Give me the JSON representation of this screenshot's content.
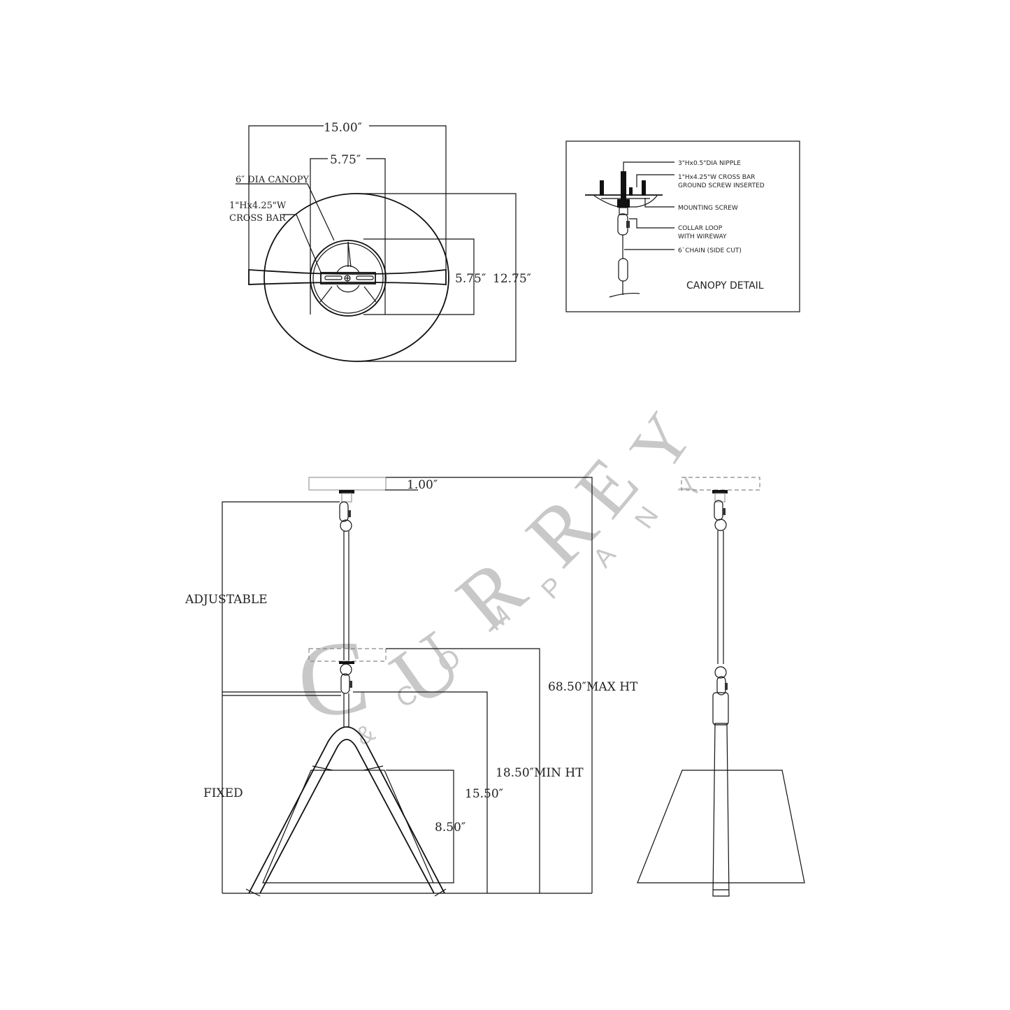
{
  "top_view": {
    "width_overall": "15.00″",
    "canopy_width": "5.75″",
    "canopy_label": "6″ DIA CANOPY",
    "crossbar_label_line1": "1\"Hx4.25\"W",
    "crossbar_label_line2": "CROSS BAR",
    "canopy_height": "5.75″",
    "depth_overall": "12.75″"
  },
  "canopy_detail": {
    "title": "CANOPY DETAIL",
    "callouts": [
      "3\"Hx0.5\"DIA NIPPLE",
      "1\"Hx4.25\"W CROSS BAR",
      "GROUND SCREW INSERTED",
      "MOUNTING SCREW",
      "COLLAR LOOP",
      "WITH WIREWAY",
      "6`CHAIN (SIDE CUT)"
    ]
  },
  "front_view": {
    "canopy_height": "1.00″",
    "adjustable_label": "ADJUSTABLE",
    "fixed_label": "FIXED",
    "max_height": "68.50″MAX HT",
    "min_height": "18.50″MIN HT",
    "fixture_height": "15.50″",
    "shade_height": "8.50″"
  },
  "watermark": {
    "brand": "CURREY",
    "sub": "COMPANY",
    "amp": "&",
    "color": "#c8c8c8"
  }
}
